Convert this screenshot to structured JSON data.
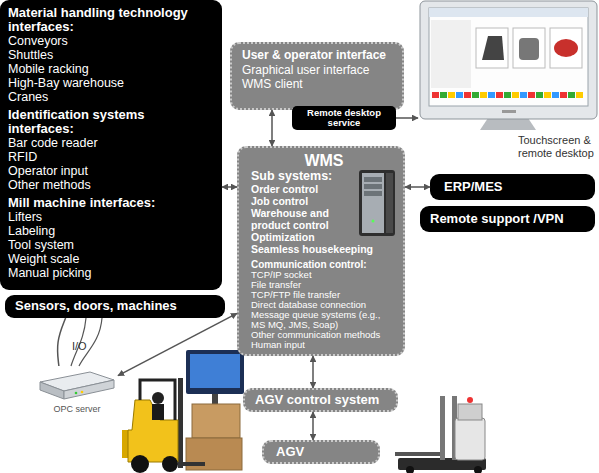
{
  "diagram": {
    "nodes": [
      {
        "text": [
          "Material handling technology interfaces:",
          "Conveyors",
          "Shuttles",
          "Mobile racking",
          "High-Bay warehouse",
          "Cranes",
          "Identification systems interfaces:",
          "Bar code reader",
          "RFID",
          "Operator input",
          "Other methods",
          "Mill machine interfaces:",
          "Lifters",
          "Labeling",
          "Tool system",
          "Weight scale",
          "Manual picking"
        ]
      },
      {
        "text": [
          "Sensors, doors, machines"
        ]
      },
      {
        "text": [
          "OPC server"
        ]
      },
      {
        "text": [
          "User & operator interface",
          "Graphical user interface WMS client"
        ]
      },
      {
        "text": [
          "Remote desktop service"
        ]
      },
      {
        "text": [
          "Touchscreen & remote desktop"
        ]
      },
      {
        "text": [
          "WMS",
          "Sub systems:",
          "Order control",
          "Job control",
          "Warehouse and product control",
          "Optimization",
          "Seamless housekeeping",
          "Communication control:",
          "TCP/IP socket",
          "File transfer",
          "TCP/FTP file transfer",
          "Direct database connection",
          "Message queue systems (e.g., MS MQ, JMS, Soap)",
          "Other communication methods",
          "Human input"
        ]
      },
      {
        "text": [
          "ERP/MES"
        ]
      },
      {
        "text": [
          "Remote support /VPN"
        ]
      },
      {
        "text": [
          "AGV control system"
        ]
      },
      {
        "text": [
          "AGV"
        ]
      }
    ],
    "edges": [
      {
        "from": 0,
        "to": 6,
        "arrow": "both"
      },
      {
        "from": 3,
        "to": 6,
        "arrow": "both"
      },
      {
        "from": 4,
        "to": 5,
        "arrow": "to"
      },
      {
        "from": 6,
        "to": 7,
        "arrow": "both"
      },
      {
        "from": 1,
        "to": 2,
        "label": "I/O",
        "arrow": "none"
      },
      {
        "from": 2,
        "to": 6,
        "arrow": "both"
      },
      {
        "from": 6,
        "to": 9,
        "arrow": "both"
      },
      {
        "from": 9,
        "to": 10,
        "arrow": "both"
      }
    ]
  }
}
